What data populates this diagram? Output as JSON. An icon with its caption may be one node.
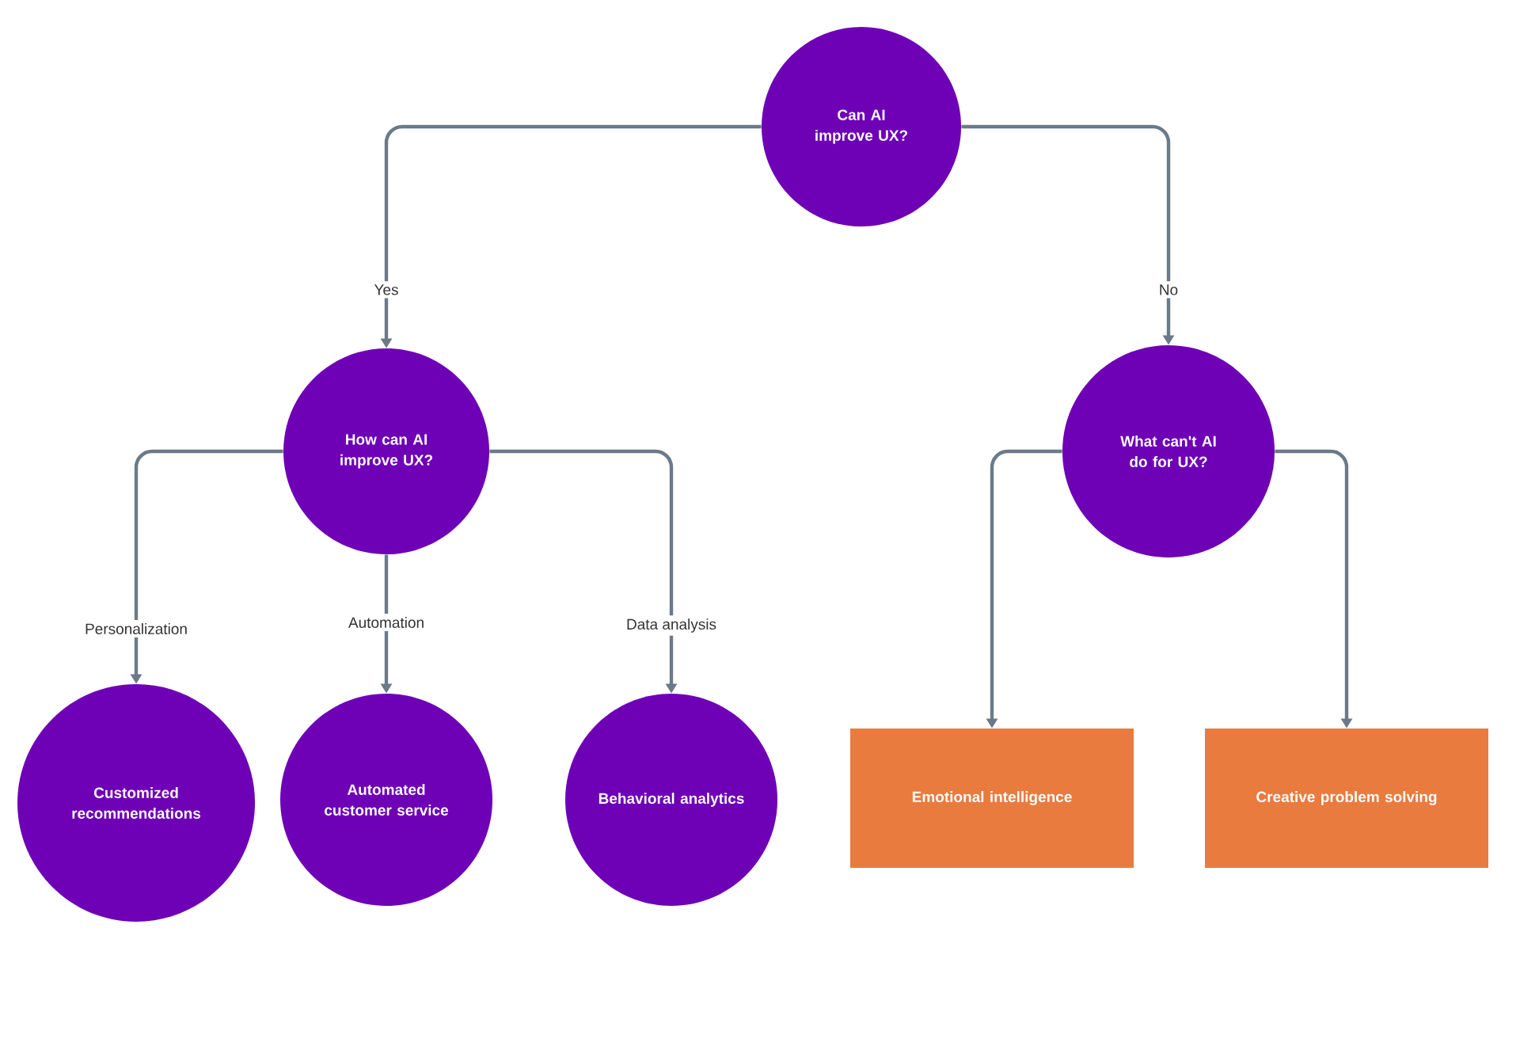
{
  "diagram": {
    "nodes": [
      {
        "text": [
          "Can AI improve UX?"
        ]
      },
      {
        "text": [
          "How can AI improve UX?"
        ]
      },
      {
        "text": [
          "What can't AI do for UX?"
        ]
      },
      {
        "text": [
          "Customized recommendations"
        ]
      },
      {
        "text": [
          "Automated customer service"
        ]
      },
      {
        "text": [
          "Behavioral analytics"
        ]
      },
      {
        "text": [
          "Emotional intelligence"
        ]
      },
      {
        "text": [
          "Creative problem solving"
        ]
      }
    ],
    "edges": [
      {
        "from": 0,
        "to": 1,
        "arrow": "to",
        "label": "Yes"
      },
      {
        "from": 0,
        "to": 2,
        "arrow": "to",
        "label": "No"
      },
      {
        "from": 1,
        "to": 3,
        "arrow": "to",
        "label": "Personalization"
      },
      {
        "from": 1,
        "to": 4,
        "arrow": "to",
        "label": "Automation"
      },
      {
        "from": 1,
        "to": 5,
        "arrow": "to",
        "label": "Data analysis"
      },
      {
        "from": 2,
        "to": 6,
        "arrow": "to"
      },
      {
        "from": 2,
        "to": 7,
        "arrow": "to"
      }
    ]
  }
}
